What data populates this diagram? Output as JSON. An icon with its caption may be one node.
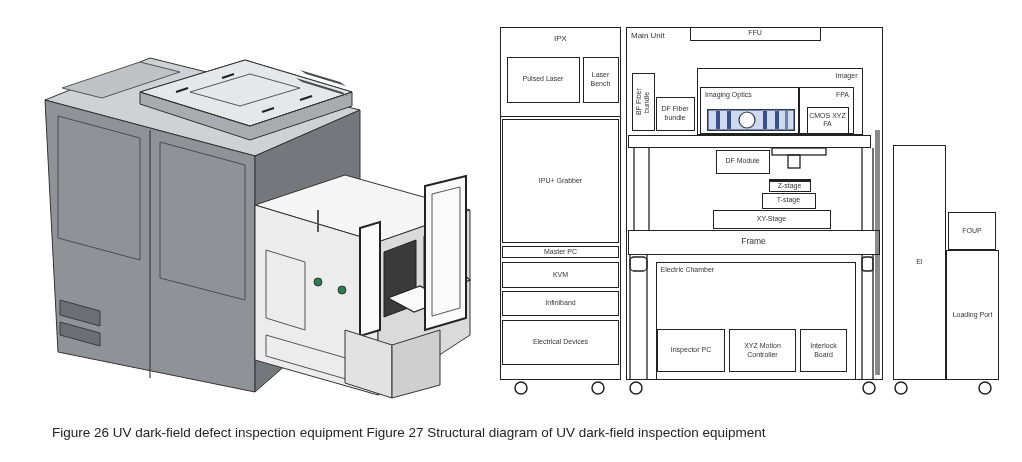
{
  "diagram": {
    "caption": "Figure 26 UV dark-field defect inspection equipment Figure 27 Structural diagram of UV dark-field inspection equipment",
    "nodes": [
      {
        "text": [
          "IPX"
        ]
      },
      {
        "text": [
          "Pulsed Laser"
        ],
        "in": 0
      },
      {
        "text": [
          "Laser Bench"
        ],
        "in": 0
      },
      {
        "text": [
          "IPU+ Grabber"
        ]
      },
      {
        "text": [
          "Master PC"
        ]
      },
      {
        "text": [
          "KVM"
        ]
      },
      {
        "text": [
          "Infiniband"
        ]
      },
      {
        "text": [
          "Electrical Devices"
        ]
      },
      {
        "text": [
          "Main Unit"
        ]
      },
      {
        "text": [
          "FFU"
        ],
        "in": 8
      },
      {
        "text": [
          "BF Fiber bundle"
        ],
        "in": 8
      },
      {
        "text": [
          "DF Fiber bundle"
        ],
        "in": 8
      },
      {
        "text": [
          "Imager"
        ],
        "in": 8
      },
      {
        "text": [
          "Imaging Optics"
        ],
        "in": 12
      },
      {
        "text": [
          "FPA"
        ],
        "in": 12
      },
      {
        "text": [
          "CMOS XYZ FA"
        ],
        "in": 14
      },
      {
        "text": [
          "DF Module"
        ],
        "in": 8
      },
      {
        "text": [
          "Z-stage"
        ],
        "in": 8
      },
      {
        "text": [
          "T-stage"
        ],
        "in": 8
      },
      {
        "text": [
          "XY-Stage"
        ],
        "in": 8
      },
      {
        "text": [
          "Frame"
        ],
        "in": 8
      },
      {
        "text": [
          "Electric Chamber"
        ],
        "in": 8
      },
      {
        "text": [
          "Inspector PC"
        ],
        "in": 21
      },
      {
        "text": [
          "XYZ Motion Controller"
        ],
        "in": 21
      },
      {
        "text": [
          "Interlock Board"
        ],
        "in": 21
      },
      {
        "text": [
          "EI"
        ]
      },
      {
        "text": [
          "FOUP"
        ]
      },
      {
        "text": [
          "Loading Port"
        ]
      }
    ]
  }
}
